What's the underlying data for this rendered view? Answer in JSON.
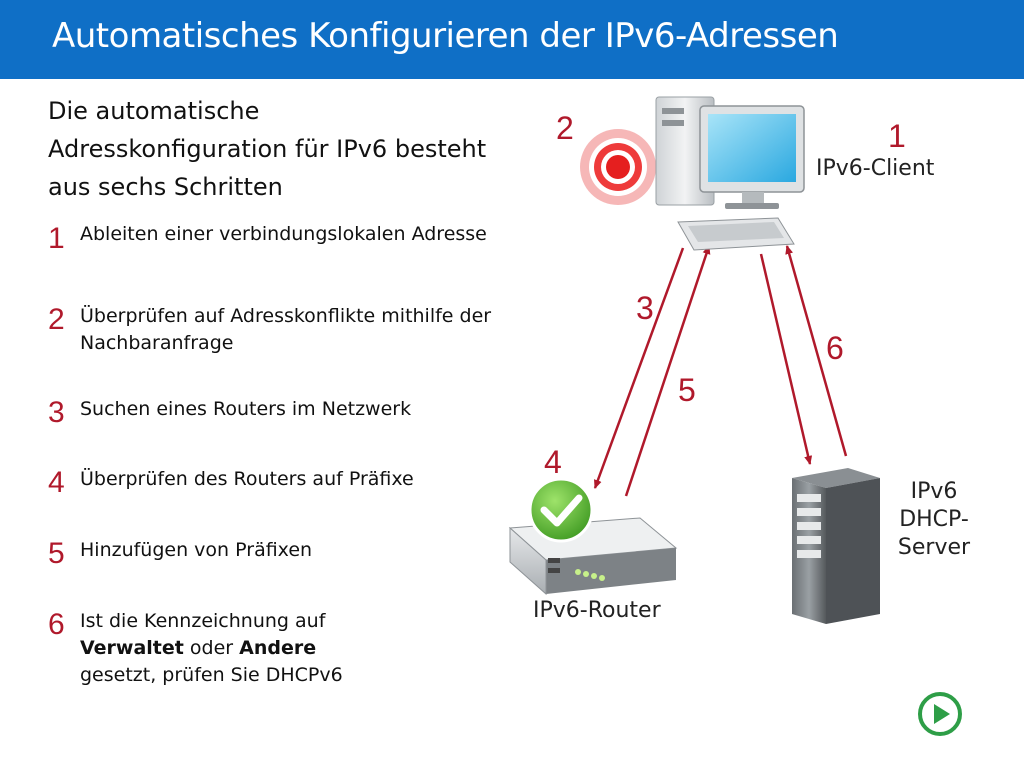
{
  "title": "Automatisches Konfigurieren der IPv6-Adressen",
  "intro": "Die automatische Adresskonfiguration für IPv6 besteht aus sechs Schritten",
  "steps": [
    {
      "num": "1",
      "text": "Ableiten einer verbindungslokalen Adresse"
    },
    {
      "num": "2",
      "text": "Überprüfen auf Adresskonflikte mithilfe der Nachbaranfrage"
    },
    {
      "num": "3",
      "text": "Suchen eines Routers im Netzwerk"
    },
    {
      "num": "4",
      "text": "Überprüfen des Routers auf Präfixe"
    },
    {
      "num": "5",
      "text": "Hinzufügen von Präfixen"
    },
    {
      "num": "6",
      "text_before": "Ist die Kennzeichnung auf",
      "bold1": "Verwaltet",
      "middle": "oder",
      "bold2": "Andere",
      "text_after": "gesetzt, prüfen Sie DHCPv6"
    }
  ],
  "diagram": {
    "nodes": {
      "client": {
        "label": "IPv6-Client",
        "step": "1"
      },
      "router": {
        "label": "IPv6-Router",
        "step": "4"
      },
      "server": {
        "label_line1": "IPv6",
        "label_line2": "DHCP-",
        "label_line3": "Server"
      }
    },
    "flow_numbers": {
      "conflict_check": "2",
      "router_solicit": "3",
      "router_advert": "5",
      "dhcp": "6"
    }
  },
  "colors": {
    "header_bg": "#0f6fc6",
    "accent_red": "#b0192b",
    "check_green": "#5db335",
    "play_green": "#2e9e47"
  },
  "icons": [
    "computer-icon",
    "target-icon",
    "router-icon",
    "checkmark-icon",
    "server-icon",
    "play-icon"
  ]
}
